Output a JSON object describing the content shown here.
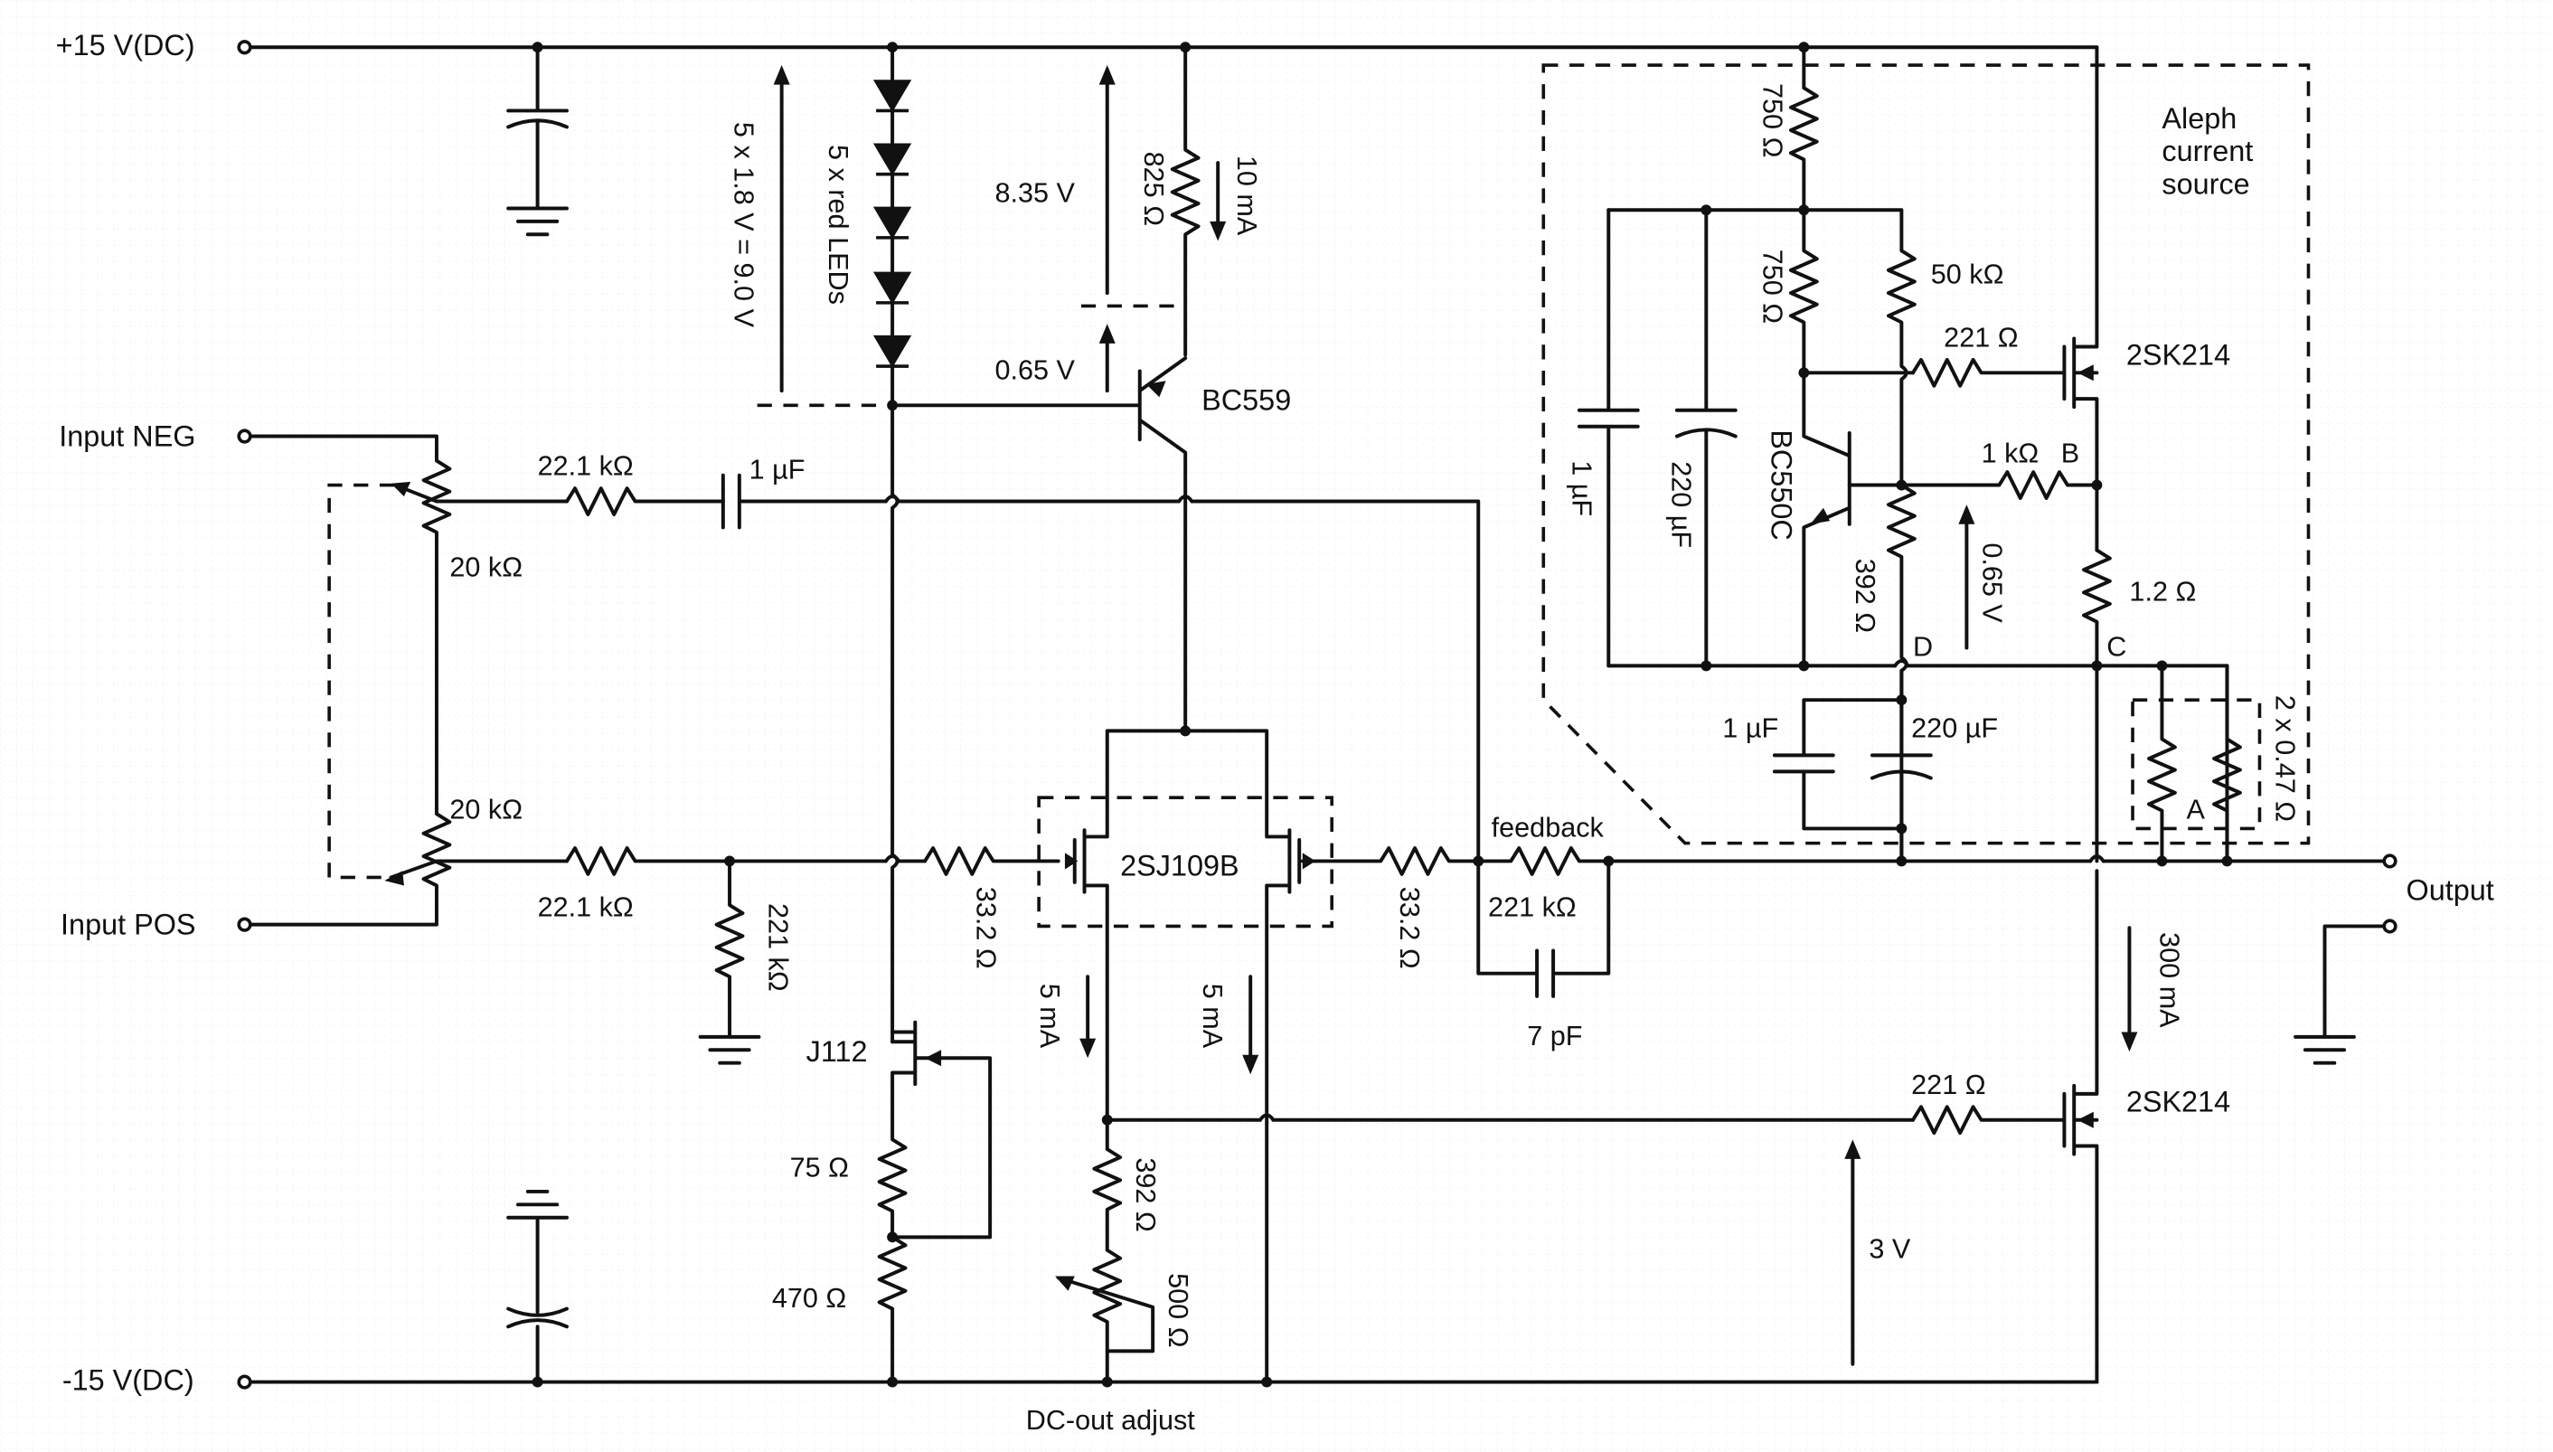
{
  "labels": {
    "supply_pos": "+15 V(DC)",
    "supply_neg": "-15 V(DC)",
    "input_neg": "Input NEG",
    "input_pos": "Input POS",
    "output": "Output",
    "led_voltage": "5 x 1.8 V = 9.0 V",
    "led_label": "5 x red LEDs",
    "v_835": "8.35 V",
    "r_825": "825 Ω",
    "i_10ma": "10 mA",
    "v_065a": "0.65 V",
    "q_bc559": "BC559",
    "r_221k_top": "22.1 kΩ",
    "c_1uf_in": "1 µF",
    "pot_20k_top": "20 kΩ",
    "pot_20k_bot": "20 kΩ",
    "r_221k_bot": "22.1 kΩ",
    "r_221k_shunt": "221 kΩ",
    "r_332_left": "33.2 Ω",
    "q_2sj109b": "2SJ109B",
    "r_332_right": "33.2 Ω",
    "feedback": "feedback",
    "r_221k_fb": "221 kΩ",
    "c_7pf": "7 pF",
    "q_j112": "J112",
    "r_75": "75 Ω",
    "r_470": "470 Ω",
    "i_5ma_left": "5 mA",
    "i_5ma_right": "5 mA",
    "r_392_bot": "392 Ω",
    "pot_500": "500 Ω",
    "dc_adjust": "DC-out adjust",
    "r_221_bot": "221 Ω",
    "q_2sk214_bot": "2SK214",
    "v_3": "3 V",
    "i_300ma": "300 mA",
    "aleph_1": "Aleph",
    "aleph_2": "current",
    "aleph_3": "source",
    "r_750_a": "750 Ω",
    "r_750_b": "750 Ω",
    "r_50k": "50 kΩ",
    "r_221_top": "221 Ω",
    "q_2sk214_top": "2SK214",
    "c_1uf_al": "1 µF",
    "c_220uf_al": "220 µF",
    "q_bc550c": "BC550C",
    "r_1k": "1 kΩ",
    "node_b": "B",
    "r_392_al": "392 Ω",
    "v_065b": "0.65 V",
    "node_d": "D",
    "r_12": "1.2 Ω",
    "node_c": "C",
    "c_1uf_low": "1 µF",
    "c_220uf_low": "220 µF",
    "r_2x047": "2 x 0.47 Ω",
    "node_a": "A"
  }
}
